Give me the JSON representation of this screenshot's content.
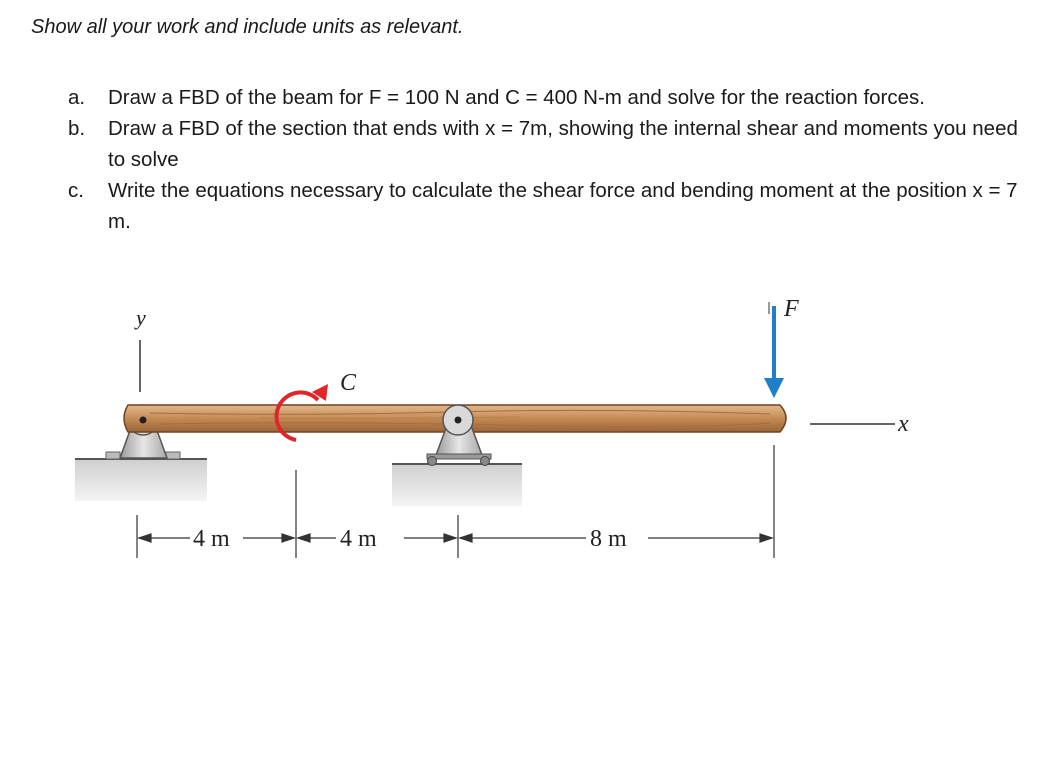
{
  "intro": "Show all your work and include units as relevant.",
  "questions": [
    {
      "marker": "a.",
      "text": "Draw a FBD of the beam for F = 100 N and C = 400 N-m and solve for the reaction forces."
    },
    {
      "marker": "b.",
      "text": "Draw a FBD of the section that ends with x = 7m, showing the internal shear and moments you need to solve"
    },
    {
      "marker": "c.",
      "text": "Write the equations necessary to calculate the shear force and bending moment at the position x = 7 m."
    }
  ],
  "figure": {
    "y_axis_label": "y",
    "x_axis_label": "x",
    "moment_label": "C",
    "force_label": "F",
    "dim_1": "4 m",
    "dim_2": "4 m",
    "dim_3": "8 m",
    "colors": {
      "beam": "#c48a55",
      "force_arrow": "#1f7fc9",
      "moment_arrow": "#e0262b",
      "support": "#b8b8b8",
      "ground": "#d8d8d8"
    }
  }
}
